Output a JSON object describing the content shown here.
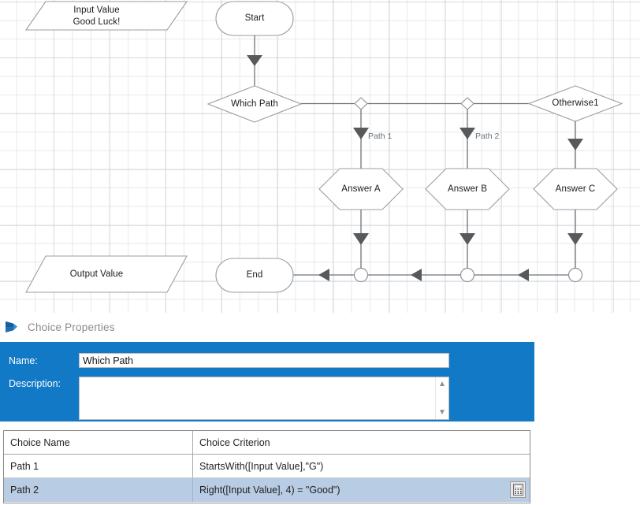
{
  "flowchart": {
    "nodes": [
      {
        "id": "input-value",
        "type": "parallelogram",
        "label": "Input Value\nGood Luck!",
        "line1": "Input Value",
        "line2": "Good Luck!"
      },
      {
        "id": "start",
        "type": "terminator",
        "label": "Start"
      },
      {
        "id": "which-path",
        "type": "decision",
        "label": "Which Path"
      },
      {
        "id": "otherwise1",
        "type": "decision",
        "label": "Otherwise1"
      },
      {
        "id": "answer-a",
        "type": "hexagon",
        "label": "Answer A"
      },
      {
        "id": "answer-b",
        "type": "hexagon",
        "label": "Answer B"
      },
      {
        "id": "answer-c",
        "type": "hexagon",
        "label": "Answer C"
      },
      {
        "id": "output-value",
        "type": "parallelogram",
        "label": "Output Value"
      },
      {
        "id": "end",
        "type": "terminator",
        "label": "End"
      }
    ],
    "edge_labels": [
      {
        "id": "path-1",
        "label": "Path 1"
      },
      {
        "id": "path-2",
        "label": "Path 2"
      }
    ]
  },
  "panel": {
    "header_title": "Choice Properties",
    "name_label": "Name:",
    "name_value": "Which Path",
    "description_label": "Description:",
    "description_value": "",
    "accent_color": "#1279c6"
  },
  "grid": {
    "columns": [
      "Choice Name",
      "Choice Criterion"
    ],
    "rows": [
      {
        "name": "Path 1",
        "criterion": "StartsWith([Input Value],\"G\")",
        "selected": false,
        "has_calc": false
      },
      {
        "name": "Path 2",
        "criterion": "Right([Input Value], 4) = \"Good\")",
        "selected": true,
        "has_calc": true
      }
    ],
    "selected_row_color": "#b8cce4"
  }
}
